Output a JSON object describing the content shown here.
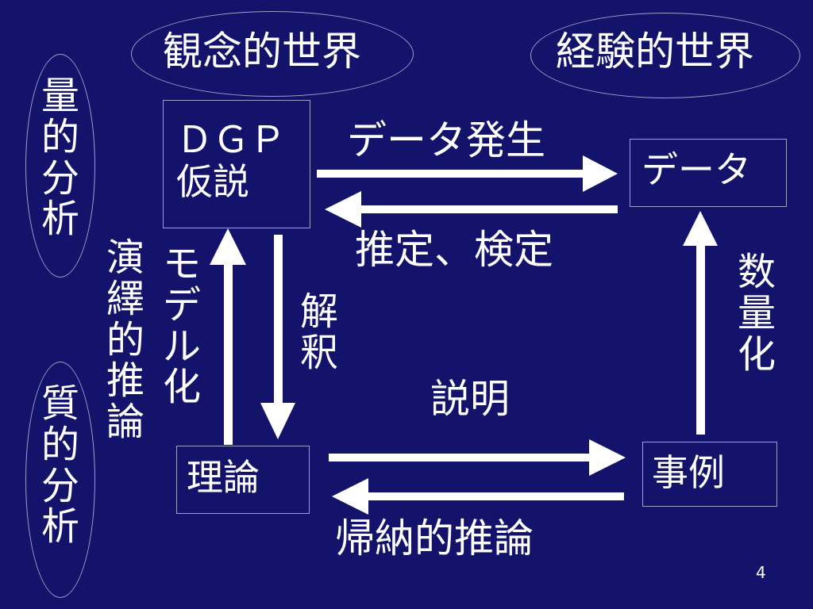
{
  "world": {
    "conceptual": "観念的世界",
    "empirical": "経験的世界"
  },
  "analysis": {
    "quantitative": "量的分析",
    "qualitative": "質的分析"
  },
  "nodes": {
    "dgp": "ＤＧＰ\n仮説",
    "data": "データ",
    "theory": "理論",
    "cases": "事例"
  },
  "edges": {
    "data_generation": "データ発生",
    "estimation_testing": "推定、検定",
    "modeling": "モデル化",
    "deductive_reasoning": "演繹的推論",
    "interpretation": "解釈",
    "quantification": "数量化",
    "explanation": "説明",
    "inductive_reasoning": "帰納的推論"
  },
  "page_number": "4",
  "colors": {
    "background": "#13136b",
    "foreground": "#ffffff",
    "outline": "#9aa0c8"
  }
}
